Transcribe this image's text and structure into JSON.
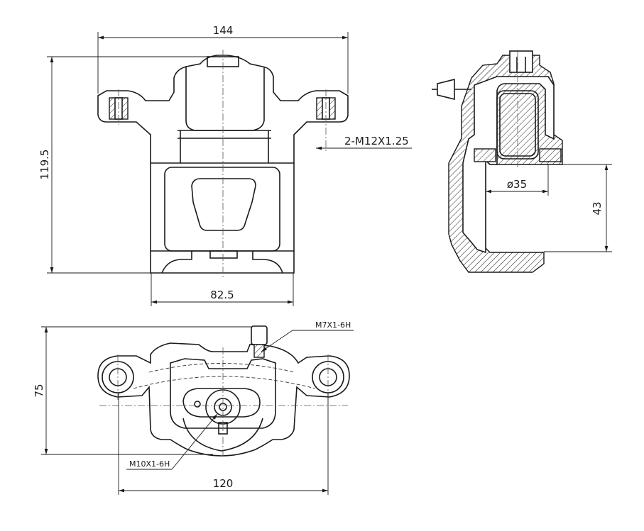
{
  "front_view": {
    "dim_overall_width": "144",
    "dim_height": "119.5",
    "dim_body_width": "82.5",
    "thread_callout": "2-M12X1.25"
  },
  "section_view": {
    "dim_bore": "ø35",
    "dim_depth": "43"
  },
  "bottom_view": {
    "dim_height": "75",
    "dim_width": "120",
    "bleeder_callout": "M7X1-6H",
    "inlet_callout": "M10X1-6H"
  }
}
